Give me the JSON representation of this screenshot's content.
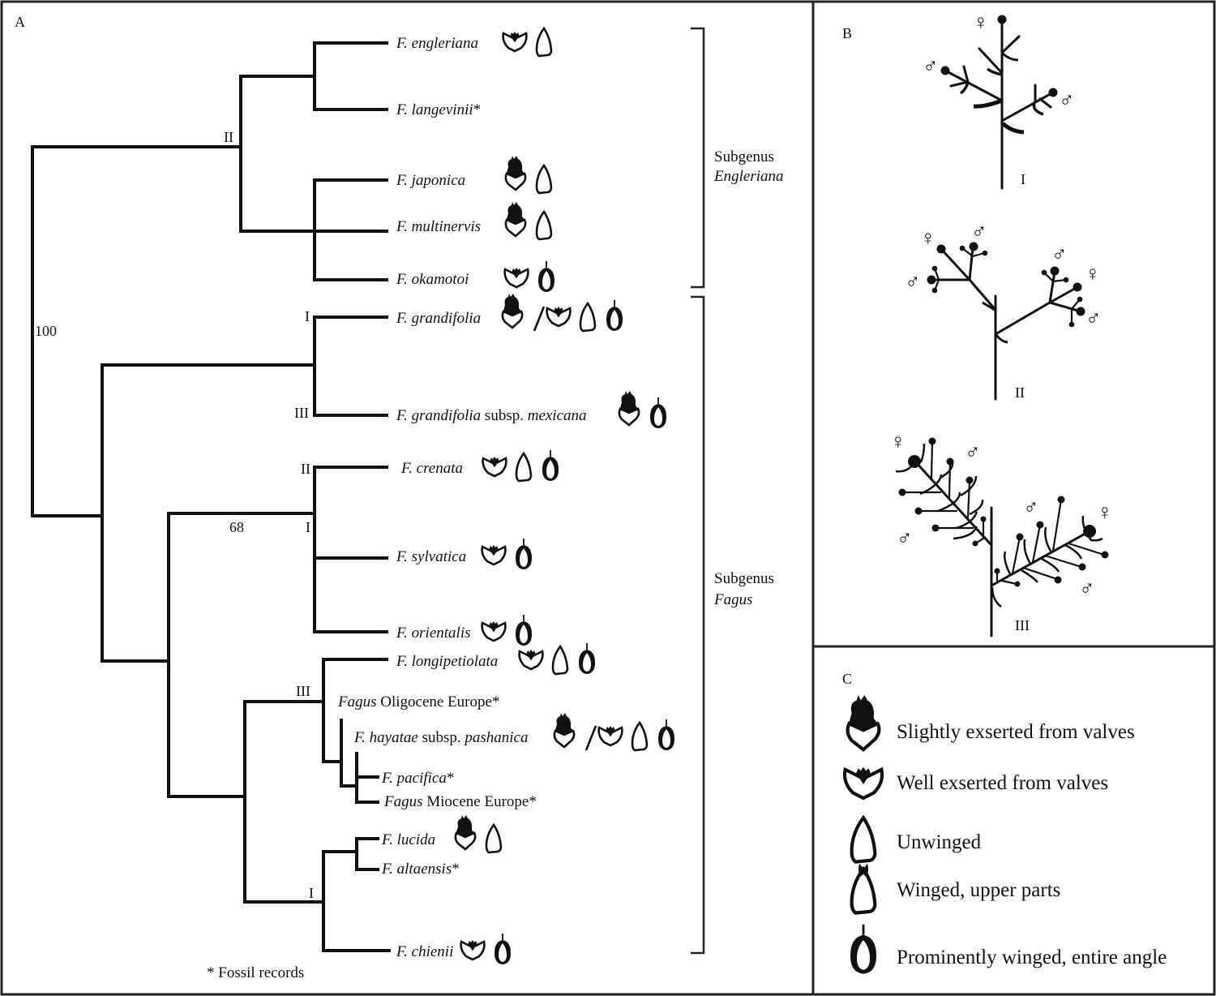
{
  "panels": {
    "A": {
      "letter": "A",
      "support_values": [
        "100",
        "68"
      ],
      "node_labels": {
        "engleriana_clade": "II",
        "grandifolia_I": "I",
        "grandifolia_III": "III",
        "crenata_II": "II",
        "sylvatica_clade_I": "I",
        "longipetiolata_clade_III": "III",
        "lucida_clade_I": "I"
      },
      "taxa": [
        {
          "id": "engleriana",
          "parts": [
            {
              "t": "F. engleriana",
              "i": true
            }
          ],
          "nut": [
            "well"
          ],
          "wing": [
            "unwinged"
          ]
        },
        {
          "id": "langevinii",
          "parts": [
            {
              "t": "F. langevinii",
              "i": true
            },
            {
              "t": "*",
              "i": false
            }
          ],
          "nut": [],
          "wing": []
        },
        {
          "id": "japonica",
          "parts": [
            {
              "t": "F. japonica",
              "i": true
            }
          ],
          "nut": [
            "slightly"
          ],
          "wing": [
            "unwinged"
          ]
        },
        {
          "id": "multinervis",
          "parts": [
            {
              "t": "F. multinervis",
              "i": true
            }
          ],
          "nut": [
            "slightly"
          ],
          "wing": [
            "unwinged"
          ]
        },
        {
          "id": "okamotoi",
          "parts": [
            {
              "t": "F. okamotoi",
              "i": true
            }
          ],
          "nut": [
            "well"
          ],
          "wing": [
            "prominent"
          ]
        },
        {
          "id": "grandifolia",
          "parts": [
            {
              "t": "F. grandifolia",
              "i": true
            }
          ],
          "nut": [
            "slightly",
            "/",
            "well"
          ],
          "wing": [
            "unwinged",
            "prominent"
          ]
        },
        {
          "id": "mexicana",
          "parts": [
            {
              "t": "F. grandifolia",
              "i": true
            },
            {
              "t": " subsp. ",
              "i": false
            },
            {
              "t": "mexicana",
              "i": true
            }
          ],
          "nut": [
            "slightly"
          ],
          "wing": [
            "prominent"
          ]
        },
        {
          "id": "crenata",
          "parts": [
            {
              "t": "F. crenata",
              "i": true
            }
          ],
          "nut": [
            "well"
          ],
          "wing": [
            "unwinged",
            "prominent"
          ]
        },
        {
          "id": "sylvatica",
          "parts": [
            {
              "t": "F. sylvatica",
              "i": true
            }
          ],
          "nut": [
            "well"
          ],
          "wing": [
            "prominent"
          ]
        },
        {
          "id": "orientalis",
          "parts": [
            {
              "t": "F. orientalis",
              "i": true
            }
          ],
          "nut": [
            "well"
          ],
          "wing": [
            "prominent"
          ]
        },
        {
          "id": "longipetiolata",
          "parts": [
            {
              "t": "F. longipetiolata",
              "i": true
            }
          ],
          "nut": [
            "well"
          ],
          "wing": [
            "unwinged",
            "prominent"
          ]
        },
        {
          "id": "oligocene",
          "parts": [
            {
              "t": "Fagus",
              "i": true
            },
            {
              "t": " Oligocene Europe*",
              "i": false
            }
          ],
          "nut": [],
          "wing": []
        },
        {
          "id": "pashanica",
          "parts": [
            {
              "t": "F. hayatae",
              "i": true
            },
            {
              "t": " subsp. ",
              "i": false
            },
            {
              "t": "pashanica",
              "i": true
            }
          ],
          "nut": [
            "slightly",
            "/",
            "well"
          ],
          "wing": [
            "unwinged",
            "prominent"
          ]
        },
        {
          "id": "pacifica",
          "parts": [
            {
              "t": "F. pacifica",
              "i": true
            },
            {
              "t": "*",
              "i": false
            }
          ],
          "nut": [],
          "wing": []
        },
        {
          "id": "miocene",
          "parts": [
            {
              "t": "Fagus",
              "i": true
            },
            {
              "t": " Miocene Europe*",
              "i": false
            }
          ],
          "nut": [],
          "wing": []
        },
        {
          "id": "lucida",
          "parts": [
            {
              "t": "F. lucida",
              "i": true
            }
          ],
          "nut": [
            "slightly"
          ],
          "wing": [
            "unwinged"
          ]
        },
        {
          "id": "altaensis",
          "parts": [
            {
              "t": "F. altaensis",
              "i": true
            },
            {
              "t": "*",
              "i": false
            }
          ],
          "nut": [],
          "wing": []
        },
        {
          "id": "chienii",
          "parts": [
            {
              "t": "F. chienii",
              "i": true
            }
          ],
          "nut": [
            "well"
          ],
          "wing": [
            "prominent"
          ]
        }
      ],
      "subgenera": [
        {
          "line1": "Subgenus",
          "line2": "Engleriana"
        },
        {
          "line1": "Subgenus",
          "line2": "Fagus"
        }
      ],
      "footnote": "* Fossil records"
    },
    "B": {
      "letter": "B",
      "types": [
        "I",
        "II",
        "III"
      ],
      "female_symbol": "♀",
      "male_symbol": "♂"
    },
    "C": {
      "letter": "C",
      "legend": [
        {
          "icon": "slightly",
          "label": "Slightly exserted from valves"
        },
        {
          "icon": "well",
          "label": "Well exserted from valves"
        },
        {
          "icon": "unwinged",
          "label": "Unwinged"
        },
        {
          "icon": "upper",
          "label": "Winged, upper parts"
        },
        {
          "icon": "prominent",
          "label": "Prominently winged, entire angle"
        }
      ]
    }
  }
}
